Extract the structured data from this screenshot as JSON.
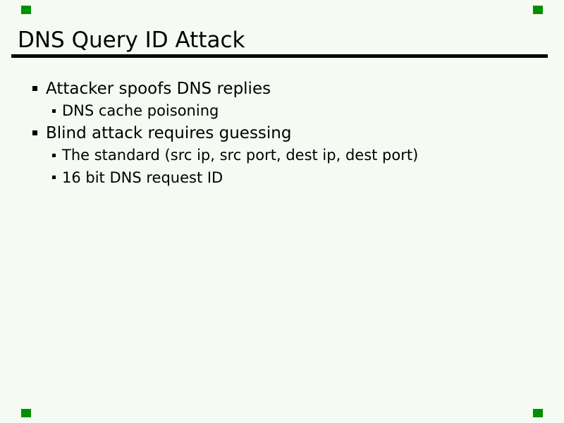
{
  "slide": {
    "title": "DNS Query ID Attack",
    "bullets": [
      {
        "level": 1,
        "text": "Attacker spoofs DNS replies"
      },
      {
        "level": 2,
        "text": "DNS cache poisoning"
      },
      {
        "level": 1,
        "text": "Blind attack requires guessing"
      },
      {
        "level": 2,
        "text": "The standard (src ip, src port, dest ip, dest port)"
      },
      {
        "level": 2,
        "text": "16 bit DNS request ID"
      }
    ],
    "colors": {
      "background": "#f5faf3",
      "text": "#000000",
      "rule": "#000000",
      "corner_marker": "#009000"
    },
    "corner_markers": [
      "top-left",
      "top-right",
      "bottom-left",
      "bottom-right"
    ]
  }
}
